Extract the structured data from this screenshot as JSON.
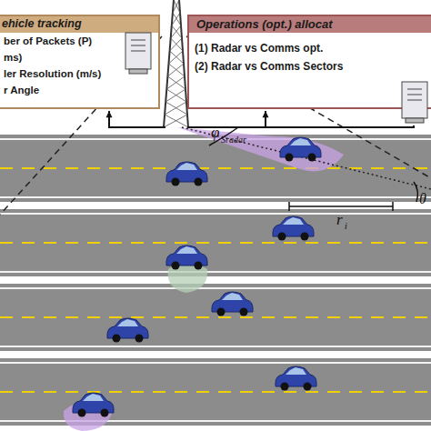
{
  "diagram": {
    "nodes": [
      {
        "text": [
          "ehicle tracking",
          "ber of Packets (P)",
          "ms)",
          "ler Resolution (m/s)",
          "r Angle"
        ]
      },
      {
        "text": [
          "Operations (opt.) allocat",
          "(1) Radar vs Comms opt.",
          "(2) Radar vs Comms Sectors"
        ]
      }
    ],
    "labels": [
      "φ",
      "Sradar",
      "r",
      "i",
      "θ"
    ]
  }
}
